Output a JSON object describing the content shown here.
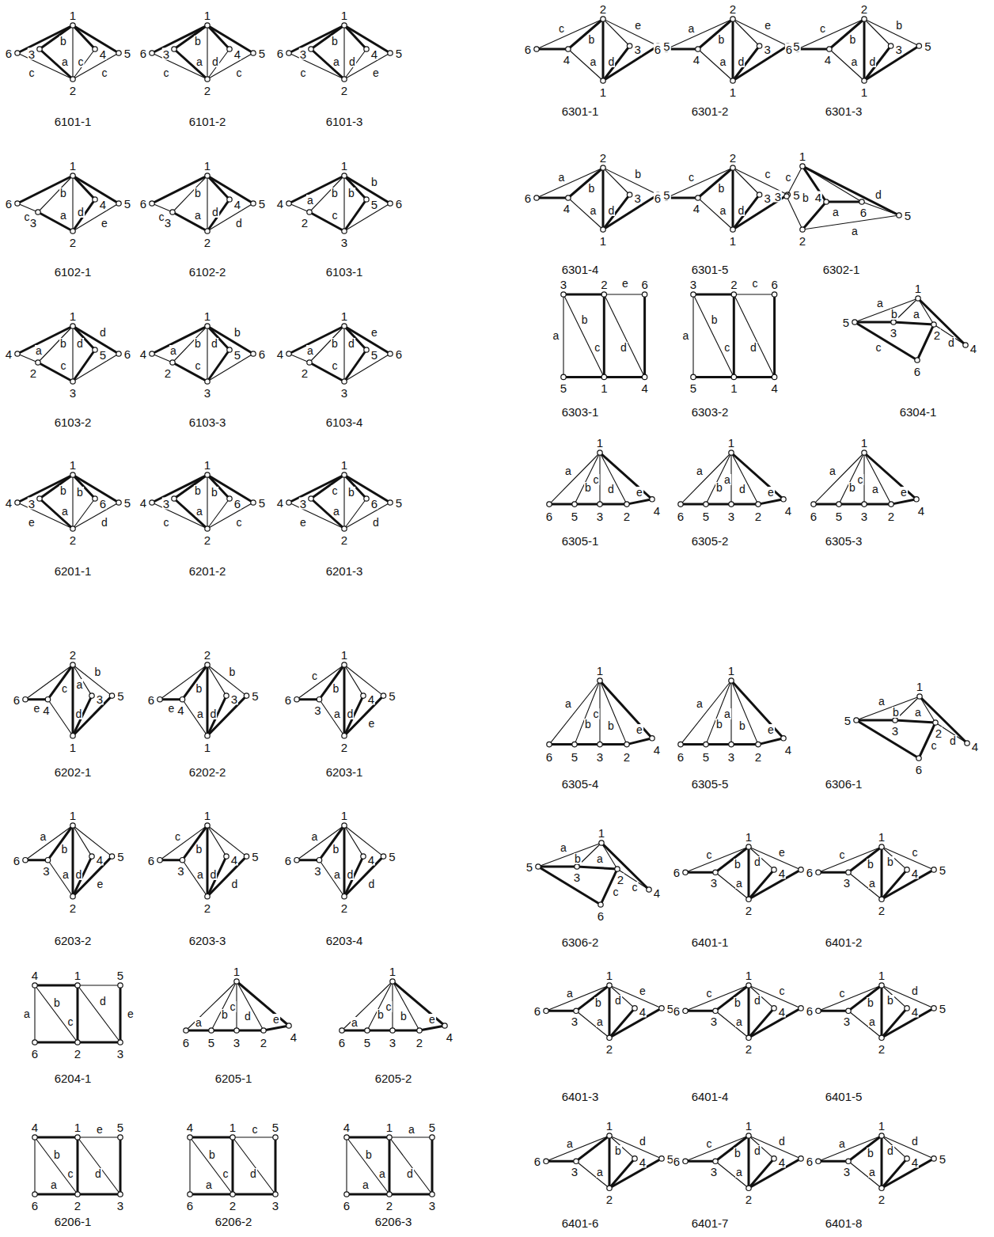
{
  "diagram": {
    "labels": [
      "1",
      "2",
      "6",
      "5",
      "3",
      "4",
      "b",
      "a",
      "c",
      "c",
      "c",
      "6101-1",
      "1",
      "2",
      "6",
      "5",
      "3",
      "4",
      "b",
      "a",
      "d",
      "c",
      "c",
      "6101-2",
      "1",
      "2",
      "6",
      "5",
      "3",
      "4",
      "b",
      "a",
      "d",
      "c",
      "e",
      "6101-3",
      "1",
      "2",
      "6",
      "5",
      "3",
      "4",
      "c",
      "b",
      "a",
      "d",
      "e",
      "6102-1",
      "1",
      "2",
      "6",
      "5",
      "3",
      "4",
      "c",
      "b",
      "a",
      "d",
      "d",
      "6102-2",
      "1",
      "3",
      "4",
      "6",
      "2",
      "5",
      "a",
      "b",
      "c",
      "b",
      "b",
      "6103-1",
      "1",
      "3",
      "4",
      "6",
      "2",
      "5",
      "a",
      "b",
      "c",
      "d",
      "d",
      "6103-2",
      "1",
      "3",
      "4",
      "6",
      "2",
      "5",
      "a",
      "b",
      "c",
      "d",
      "b",
      "6103-3",
      "1",
      "3",
      "4",
      "6",
      "2",
      "5",
      "a",
      "b",
      "c",
      "d",
      "e",
      "6103-4",
      "1",
      "2",
      "4",
      "5",
      "3",
      "6",
      "b",
      "a",
      "b",
      "e",
      "d",
      "6201-1",
      "1",
      "2",
      "4",
      "5",
      "3",
      "6",
      "b",
      "a",
      "b",
      "c",
      "c",
      "6201-2",
      "1",
      "2",
      "4",
      "5",
      "3",
      "6",
      "c",
      "a",
      "b",
      "e",
      "d",
      "6201-3",
      "2",
      "1",
      "6",
      "5",
      "4",
      "3",
      "c",
      "a",
      "b",
      "e",
      "d",
      "6202-1",
      "2",
      "1",
      "6",
      "5",
      "4",
      "3",
      "b",
      "b",
      "a",
      "d",
      "e",
      "6202-2",
      "1",
      "2",
      "6",
      "5",
      "3",
      "4",
      "c",
      "b",
      "a",
      "d",
      "e",
      "6203-1",
      "1",
      "2",
      "6",
      "5",
      "3",
      "4",
      "a",
      "b",
      "a",
      "d",
      "e",
      "6203-2",
      "1",
      "2",
      "6",
      "5",
      "3",
      "4",
      "c",
      "b",
      "a",
      "d",
      "d",
      "6203-3",
      "1",
      "2",
      "6",
      "5",
      "3",
      "4",
      "a",
      "b",
      "a",
      "d",
      "d",
      "6203-4",
      "4",
      "1",
      "5",
      "6",
      "2",
      "3",
      "a",
      "b",
      "c",
      "d",
      "e",
      "6204-1",
      "1",
      "6",
      "5",
      "3",
      "2",
      "4",
      "a",
      "b",
      "c",
      "d",
      "e",
      "6205-1",
      "1",
      "6",
      "5",
      "3",
      "2",
      "4",
      "a",
      "b",
      "c",
      "b",
      "e",
      "6205-2",
      "4",
      "1",
      "5",
      "6",
      "2",
      "3",
      "e",
      "b",
      "c",
      "a",
      "d",
      "6206-1",
      "4",
      "1",
      "5",
      "6",
      "2",
      "3",
      "c",
      "b",
      "c",
      "a",
      "d",
      "6206-2",
      "4",
      "1",
      "5",
      "6",
      "2",
      "3",
      "a",
      "b",
      "a",
      "a",
      "d",
      "6206-3",
      "2",
      "1",
      "6",
      "5",
      "4",
      "3",
      "c",
      "e",
      "b",
      "a",
      "d",
      "6301-1",
      "2",
      "1",
      "6",
      "5",
      "4",
      "3",
      "a",
      "e",
      "b",
      "a",
      "d",
      "6301-2",
      "2",
      "1",
      "6",
      "5",
      "4",
      "3",
      "c",
      "b",
      "b",
      "a",
      "d",
      "6301-3",
      "2",
      "1",
      "6",
      "5",
      "4",
      "3",
      "a",
      "b",
      "b",
      "a",
      "d",
      "6301-4",
      "2",
      "1",
      "6",
      "5",
      "4",
      "3",
      "c",
      "c",
      "b",
      "a",
      "d",
      "6301-5",
      "1",
      "3",
      "2",
      "4",
      "6",
      "5",
      "c",
      "b",
      "a",
      "a",
      "d",
      "6302-1",
      "3",
      "2",
      "6",
      "5",
      "1",
      "4",
      "e",
      "a",
      "b",
      "c",
      "d",
      "6303-1",
      "3",
      "2",
      "6",
      "5",
      "1",
      "4",
      "c",
      "a",
      "b",
      "c",
      "d",
      "6303-2",
      "1",
      "5",
      "3",
      "2",
      "4",
      "6",
      "a",
      "b",
      "a",
      "d",
      "c",
      "6304-1",
      "1",
      "6",
      "5",
      "3",
      "2",
      "4",
      "a",
      "b",
      "c",
      "d",
      "e",
      "6305-1",
      "1",
      "6",
      "5",
      "3",
      "2",
      "4",
      "a",
      "b",
      "a",
      "d",
      "e",
      "6305-2",
      "1",
      "6",
      "5",
      "3",
      "2",
      "4",
      "a",
      "b",
      "c",
      "a",
      "e",
      "6305-3",
      "1",
      "6",
      "5",
      "3",
      "2",
      "4",
      "a",
      "b",
      "c",
      "b",
      "e",
      "6305-4",
      "1",
      "6",
      "5",
      "3",
      "2",
      "4",
      "a",
      "b",
      "a",
      "b",
      "e",
      "6305-5",
      "1",
      "5",
      "3",
      "2",
      "4",
      "6",
      "a",
      "b",
      "a",
      "d",
      "c",
      "6306-1",
      "1",
      "5",
      "3",
      "2",
      "4",
      "6",
      "a",
      "b",
      "a",
      "c",
      "c",
      "6306-2",
      "1",
      "2",
      "6",
      "5",
      "3",
      "4",
      "c",
      "b",
      "d",
      "e",
      "a",
      "6401-1",
      "1",
      "2",
      "6",
      "5",
      "3",
      "4",
      "c",
      "b",
      "b",
      "c",
      "a",
      "6401-2",
      "1",
      "2",
      "6",
      "5",
      "3",
      "4",
      "a",
      "b",
      "d",
      "e",
      "a",
      "6401-3",
      "1",
      "2",
      "6",
      "5",
      "3",
      "4",
      "c",
      "b",
      "d",
      "c",
      "a",
      "6401-4",
      "1",
      "2",
      "6",
      "5",
      "3",
      "4",
      "c",
      "b",
      "b",
      "d",
      "a",
      "6401-5",
      "1",
      "2",
      "6",
      "5",
      "3",
      "4",
      "a",
      "d",
      "a",
      "b",
      "6401-6",
      "1",
      "2",
      "6",
      "5",
      "3",
      "4",
      "c",
      "b",
      "d",
      "d",
      "a",
      "6401-7",
      "1",
      "2",
      "6",
      "5",
      "3",
      "4",
      "a",
      "b",
      "d",
      "d",
      "a",
      "6401-8"
    ]
  }
}
